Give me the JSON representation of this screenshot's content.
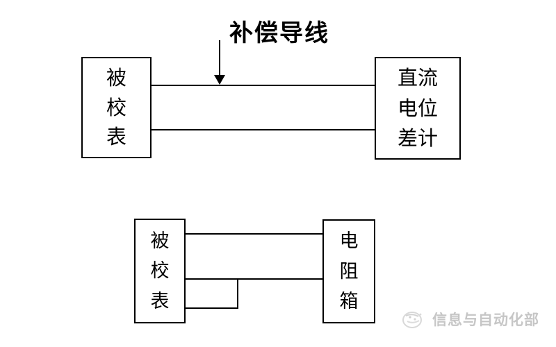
{
  "diagram_top": {
    "title": "补偿导线",
    "left_box": {
      "line1": "被",
      "line2": "校",
      "line3": "表"
    },
    "right_box": {
      "line1": "直流",
      "line2": "电位",
      "line3": "差计"
    }
  },
  "diagram_bottom": {
    "left_box": {
      "line1": "被",
      "line2": "校",
      "line3": "表"
    },
    "right_box": {
      "line1": "电",
      "line2": "阻",
      "line3": "箱"
    }
  },
  "watermark": {
    "text": "信息与自动化部",
    "icon": "globe-logo-icon"
  },
  "colors": {
    "line": "#000000",
    "background": "#ffffff",
    "watermark_gray": "#c6c6c6"
  }
}
